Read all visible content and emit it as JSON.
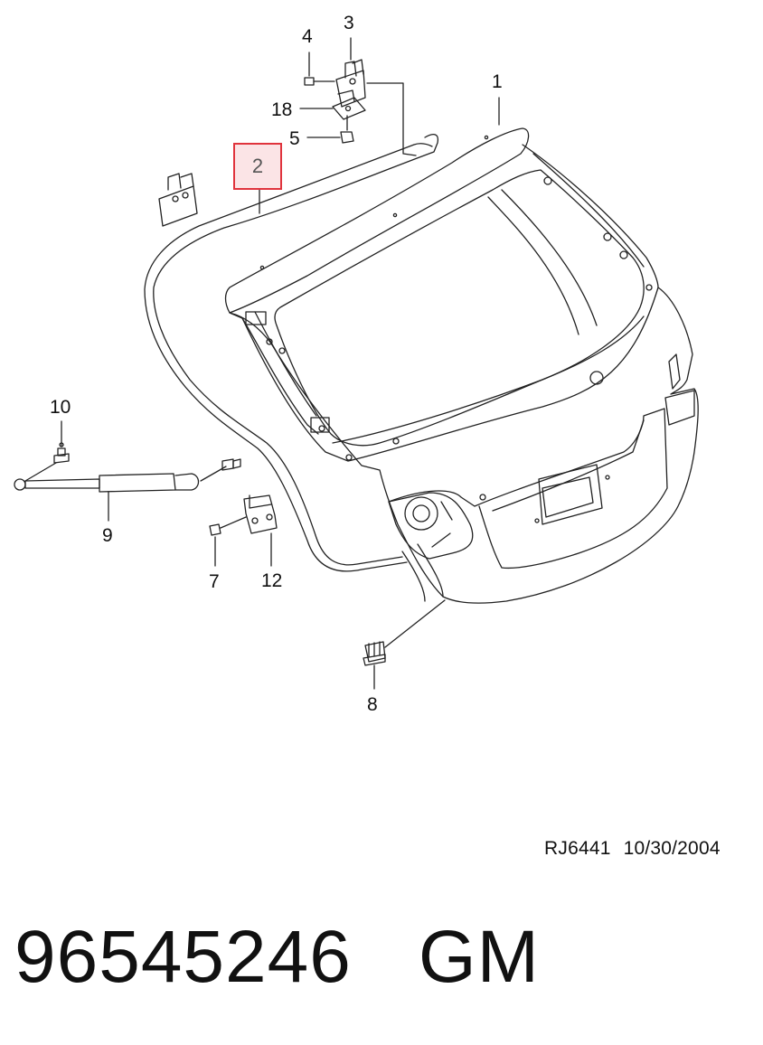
{
  "diagram": {
    "callouts": [
      {
        "id": "1",
        "label": "1"
      },
      {
        "id": "2",
        "label": "2",
        "highlighted": true
      },
      {
        "id": "3",
        "label": "3"
      },
      {
        "id": "4",
        "label": "4"
      },
      {
        "id": "5",
        "label": "5"
      },
      {
        "id": "7",
        "label": "7"
      },
      {
        "id": "8",
        "label": "8"
      },
      {
        "id": "9",
        "label": "9"
      },
      {
        "id": "10",
        "label": "10"
      },
      {
        "id": "12",
        "label": "12"
      },
      {
        "id": "18",
        "label": "18"
      }
    ],
    "highlight_color": "#e0343d",
    "highlight_fill": "#fbe4e6"
  },
  "reference": {
    "code": "RJ6441",
    "date": "10/30/2004"
  },
  "footer": {
    "part_number": "96545246",
    "brand": "GM"
  }
}
